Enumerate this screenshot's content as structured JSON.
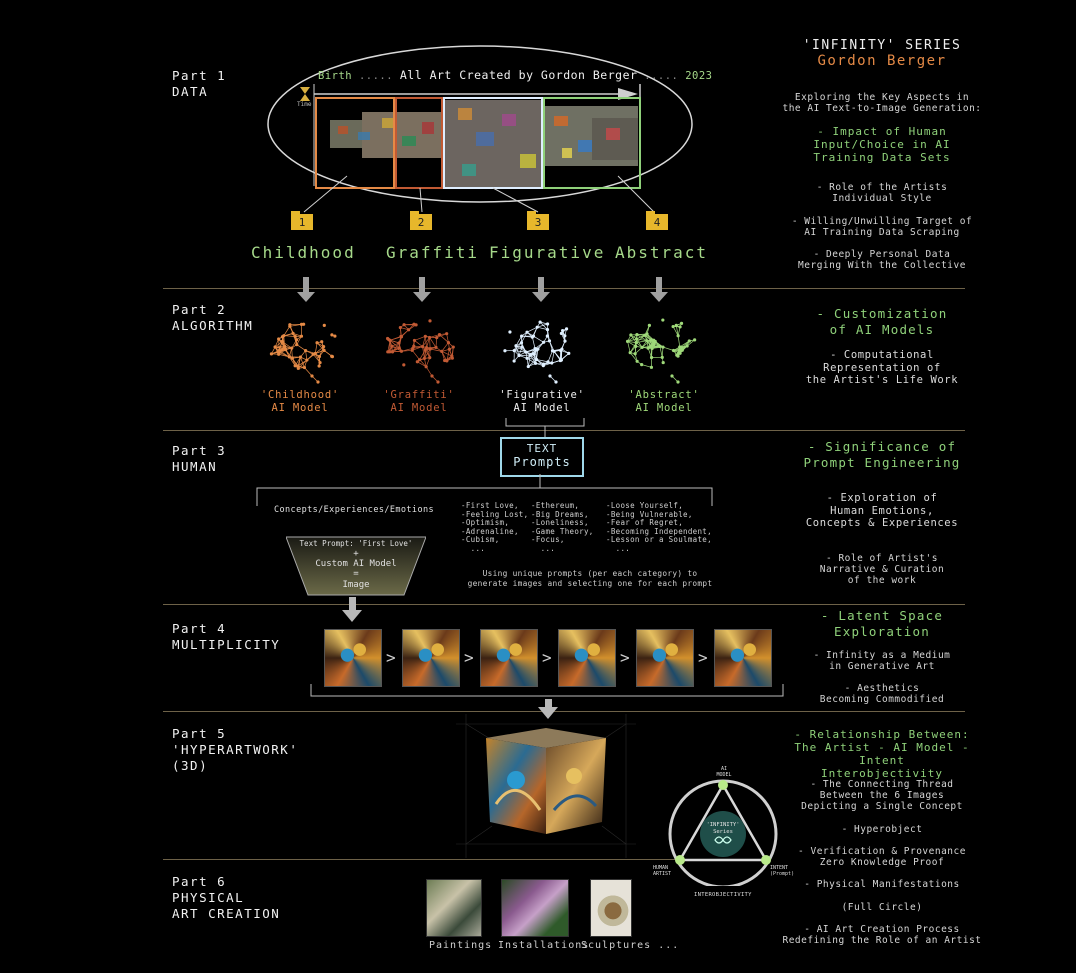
{
  "parts": [
    {
      "num": "Part 1",
      "name": "DATA"
    },
    {
      "num": "Part 2",
      "name": "ALGORITHM"
    },
    {
      "num": "Part 3",
      "name": "HUMAN"
    },
    {
      "num": "Part 4",
      "name": "MULTIPLICITY"
    },
    {
      "num": "Part 5",
      "name1": "'HYPERARTWORK'",
      "name2": "(3D)"
    },
    {
      "num": "Part 6",
      "name1": "PHYSICAL",
      "name2": "ART CREATION"
    }
  ],
  "data_section": {
    "birth": "Birth",
    "dots1": ".....",
    "title": "All Art Created by Gordon Berger",
    "dots2": ".....",
    "year": "2023",
    "time": "Time",
    "numbers": [
      "1",
      "2",
      "3",
      "4"
    ],
    "categories": [
      "Childhood",
      "Graffiti",
      "Figurative",
      "Abstract"
    ]
  },
  "models": [
    {
      "l1": "'Childhood'",
      "l2": "AI Model",
      "color": "#e58a46"
    },
    {
      "l1": "'Graffiti'",
      "l2": "AI Model",
      "color": "#c25a34"
    },
    {
      "l1": "'Figurative'",
      "l2": "AI Model",
      "color": "#e0f0ff"
    },
    {
      "l1": "'Abstract'",
      "l2": "AI Model",
      "color": "#9fd97a"
    }
  ],
  "human": {
    "text_label": "TEXT",
    "prompts_label": "Prompts",
    "concepts": "Concepts/Experiences/Emotions",
    "col1": "-First Love,\n-Feeling Lost,\n-Optimism,\n-Adrenaline,\n-Cubism,\n  ...",
    "col2": "-Ethereum,\n-Big Dreams,\n-Loneliness,\n-Game Theory,\n-Focus,\n  ...",
    "col3": "-Loose Yourself,\n-Being Vulnerable,\n-Fear of Regret,\n-Becoming Independent,\n-Lesson or a Soulmate,\n  ...",
    "funnel_prompt": "Text Prompt: 'First Love'",
    "plus": "+",
    "custom": "Custom AI Model",
    "equals": "=",
    "image": "Image",
    "using1": "Using unique prompts (per each category) to",
    "using2": "generate images and selecting one for each prompt"
  },
  "multiplicity": {
    "separator": ">"
  },
  "triangle": {
    "ai": "AI",
    "model": "MODEL",
    "infinity": "'INFINITY'",
    "series": "Series",
    "human": "HUMAN",
    "artist": "ARTIST",
    "intent": "INTENT",
    "prompt": "(Prompt)",
    "interobj": "INTEROBJECTIVITY"
  },
  "physical": {
    "paintings": "Paintings",
    "installations": "Installations",
    "sculptures": "Sculptures ..."
  },
  "right": {
    "series": "'INFINITY' SERIES",
    "author": "Gordon Berger",
    "intro1": "Exploring the Key Aspects in",
    "intro2": "the AI Text-to-Image Generation:",
    "p1_g1": "- Impact of Human",
    "p1_g2": "Input/Choice in AI",
    "p1_g3": "Training Data Sets",
    "p1_a1": "- Role of the Artists",
    "p1_a2": "Individual Style",
    "p1_b1": "- Willing/Unwilling Target of",
    "p1_b2": "AI Training Data Scraping",
    "p1_c1": "- Deeply Personal Data",
    "p1_c2": "Merging With the Collective",
    "p2_g1": "- Customization",
    "p2_g2": "of AI Models",
    "p2_a1": "- Computational",
    "p2_a2": "Representation of",
    "p2_a3": "the Artist's Life Work",
    "p3_g1": "- Significance of",
    "p3_g2": "Prompt Engineering",
    "p3_a1": "- Exploration of",
    "p3_a2": "Human Emotions,",
    "p3_a3": "Concepts & Experiences",
    "p3_b1": "- Role of Artist's",
    "p3_b2": "Narrative & Curation",
    "p3_b3": "of the work",
    "p4_g1": "- Latent Space",
    "p4_g2": "Exploration",
    "p4_a1": "- Infinity as a Medium",
    "p4_a2": "in Generative Art",
    "p4_b1": "- Aesthetics",
    "p4_b2": "Becoming Commodified",
    "p5_g1": "- Relationship Between:",
    "p5_g2": "The Artist - AI Model - Intent",
    "p5_g3": "Interobjectivity",
    "p5_a1": "- The Connecting Thread",
    "p5_a2": "Between the 6 Images",
    "p5_a3": "Depicting a Single Concept",
    "p5_b1": "- Hyperobject",
    "p5_c1": "- Verification & Provenance",
    "p5_c2": "Zero Knowledge Proof",
    "p6_a1": "- Physical Manifestations",
    "p6_b1": "(Full Circle)",
    "p6_c1": "- AI Art Creation Process",
    "p6_c2": "Redefining the Role of an Artist"
  }
}
